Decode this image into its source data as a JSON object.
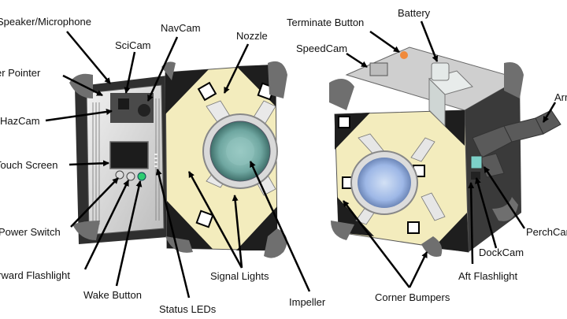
{
  "labels": {
    "speaker_microphone": "Speaker/Microphone",
    "laser_pointer": "Laser Pointer",
    "hazcam": "HazCam",
    "touch_screen": "Touch Screen",
    "power_switch": "Power Switch",
    "forward_flashlight": "Forward Flashlight",
    "wake_button": "Wake Button",
    "status_leds": "Status LEDs",
    "scicam": "SciCam",
    "navcam": "NavCam",
    "nozzle": "Nozzle",
    "signal_lights": "Signal Lights",
    "impeller": "Impeller",
    "terminate_button": "Terminate Button",
    "battery": "Battery",
    "speedcam": "SpeedCam",
    "arm": "Arm",
    "perchcam": "PerchCam",
    "dockcam": "DockCam",
    "aft_flashlight": "Aft Flashlight",
    "corner_bumpers": "Corner Bumpers"
  },
  "colors": {
    "panel_yellow": "#f3ecbd",
    "bumper_gray": "#6f6f6f",
    "body_dark": "#3a3a3a",
    "lens_teal": "#7fb7b3",
    "lens_blue": "#9db7e6",
    "arrow": "#000000"
  }
}
